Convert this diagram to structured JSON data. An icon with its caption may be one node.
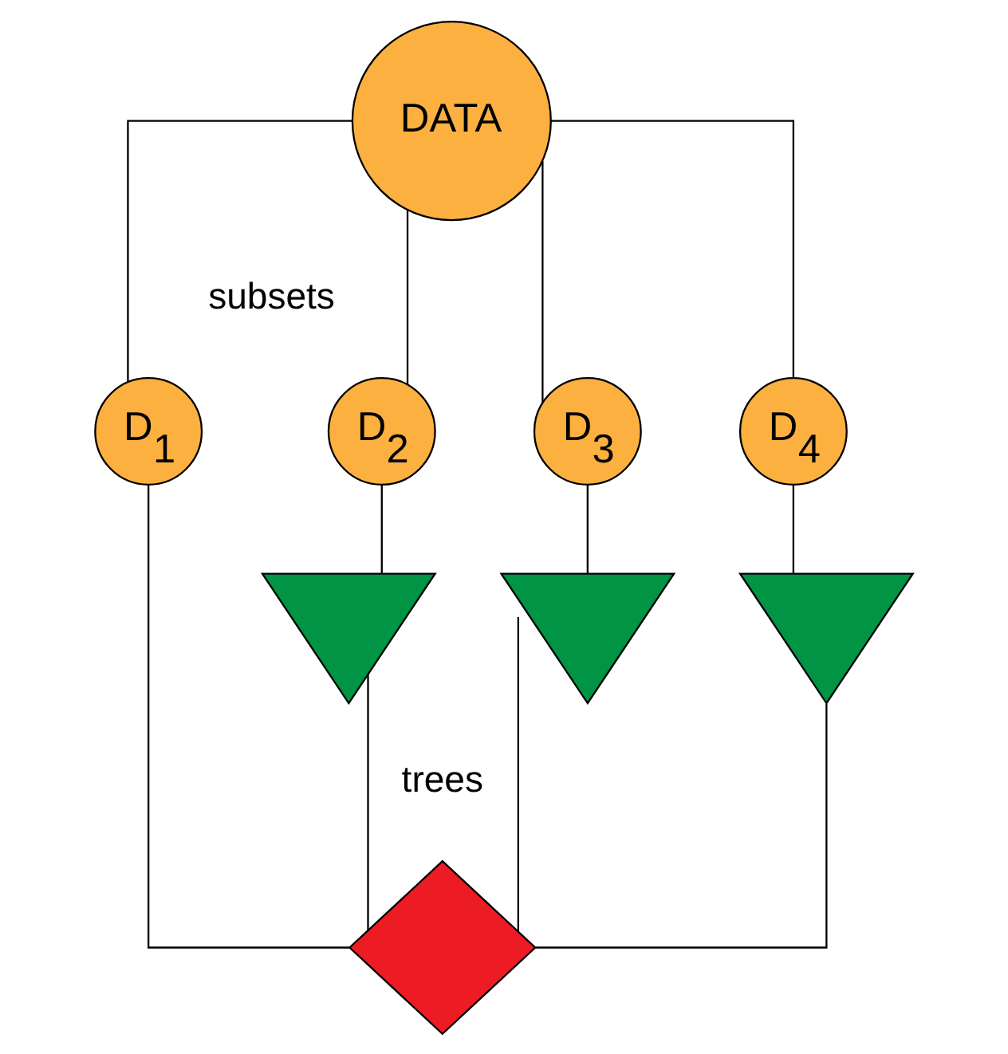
{
  "diagram": {
    "nodes": [
      {
        "text": [
          "DATA"
        ]
      },
      {
        "text": [
          "D$_{1}$"
        ]
      },
      {
        "text": [
          "D$_{2}$"
        ]
      },
      {
        "text": [
          "D$_{3}$"
        ]
      },
      {
        "text": [
          "D$_{4}$"
        ]
      },
      {
        "text": [],
        "shape": "triangle"
      },
      {
        "text": [],
        "shape": "triangle"
      },
      {
        "text": [],
        "shape": "triangle"
      },
      {
        "text": [],
        "shape": "diamond"
      }
    ],
    "edges": [
      {
        "from": 0,
        "to": 1,
        "arrow": "none"
      },
      {
        "from": 0,
        "to": 2,
        "arrow": "none"
      },
      {
        "from": 0,
        "to": 3,
        "arrow": "none"
      },
      {
        "from": 0,
        "to": 4,
        "arrow": "none"
      },
      {
        "from": 2,
        "to": 5,
        "arrow": "none"
      },
      {
        "from": 3,
        "to": 6,
        "arrow": "none"
      },
      {
        "from": 4,
        "to": 7,
        "arrow": "none"
      },
      {
        "from": 1,
        "to": 8,
        "arrow": "none"
      },
      {
        "from": 5,
        "to": 8,
        "arrow": "none"
      },
      {
        "from": 6,
        "to": 8,
        "arrow": "none"
      },
      {
        "from": 7,
        "to": 8,
        "arrow": "none"
      }
    ],
    "labels": [
      "subsets",
      "trees"
    ]
  }
}
